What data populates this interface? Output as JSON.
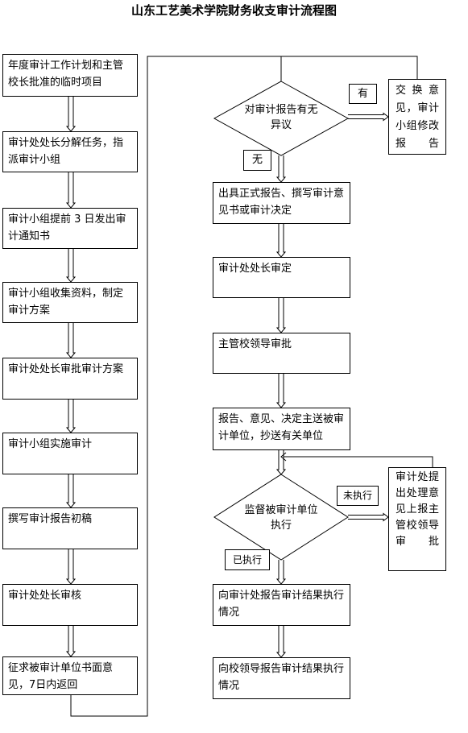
{
  "title": "山东工艺美术学院财务收支审计流程图",
  "left_steps": [
    "年度审计工作计划和主管校长批准的临时项目",
    "审计处处长分解任务，指派审计小组",
    "审计小组提前 3 日发出审计通知书",
    "审计小组收集资料，制定审计方案",
    "审计处处长审批审计方案",
    "审计小组实施审计",
    "撰写审计报告初稿",
    "审计处处长审核",
    "征求被审计单位书面意见，7日内返回"
  ],
  "decision1": {
    "text": "对审计报告有无异议",
    "yes_label": "有",
    "no_label": "无",
    "side_box": "交换意见，审计小组修改报告"
  },
  "right_steps": [
    "出具正式报告、撰写审计意见书或审计决定",
    "审计处处长审定",
    "主管校领导审批",
    "报告、意见、决定主送被审计单位，抄送有关单位"
  ],
  "decision2": {
    "text": "监督被审计单位执行",
    "not_label": "未执行",
    "done_label": "已执行",
    "side_box": "审计处提出处理意见上报主管校领导审批"
  },
  "final_steps": [
    "向审计处报告审计结果执行情况",
    "向校领导报告审计结果执行情况"
  ]
}
